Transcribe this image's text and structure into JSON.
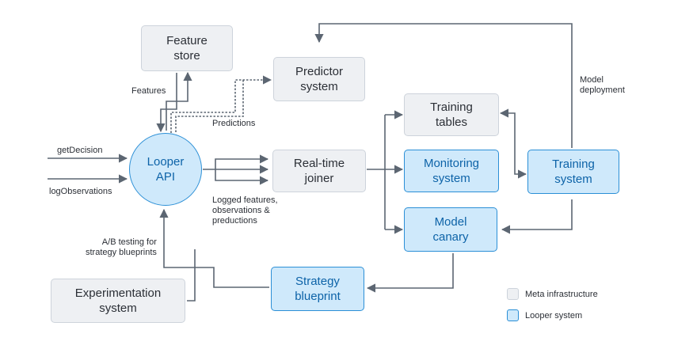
{
  "nodes": {
    "feature_store": "Feature\nstore",
    "predictor_system": "Predictor\nsystem",
    "training_tables": "Training\ntables",
    "looper_api": "Looper\nAPI",
    "realtime_joiner": "Real-time\njoiner",
    "monitoring_system": "Monitoring\nsystem",
    "training_system": "Training\nsystem",
    "model_canary": "Model\ncanary",
    "strategy_blueprint": "Strategy\nblueprint",
    "experimentation_system": "Experimentation\nsystem"
  },
  "labels": {
    "features": "Features",
    "predictions": "Predictions",
    "get_decision": "getDecision",
    "log_observations": "logObservations",
    "logged_features": "Logged features,\nobservations &\npreductions",
    "ab_testing": "A/B testing for\nstrategy blueprints",
    "model_deployment": "Model\ndeployment"
  },
  "legend": {
    "meta": "Meta infrastructure",
    "looper": "Looper system"
  },
  "colors": {
    "meta_fill": "#eef0f3",
    "meta_border": "#cdd3db",
    "looper_fill": "#cfe9fb",
    "looper_border": "#2b8fd6",
    "arrow": "#5c6672"
  }
}
